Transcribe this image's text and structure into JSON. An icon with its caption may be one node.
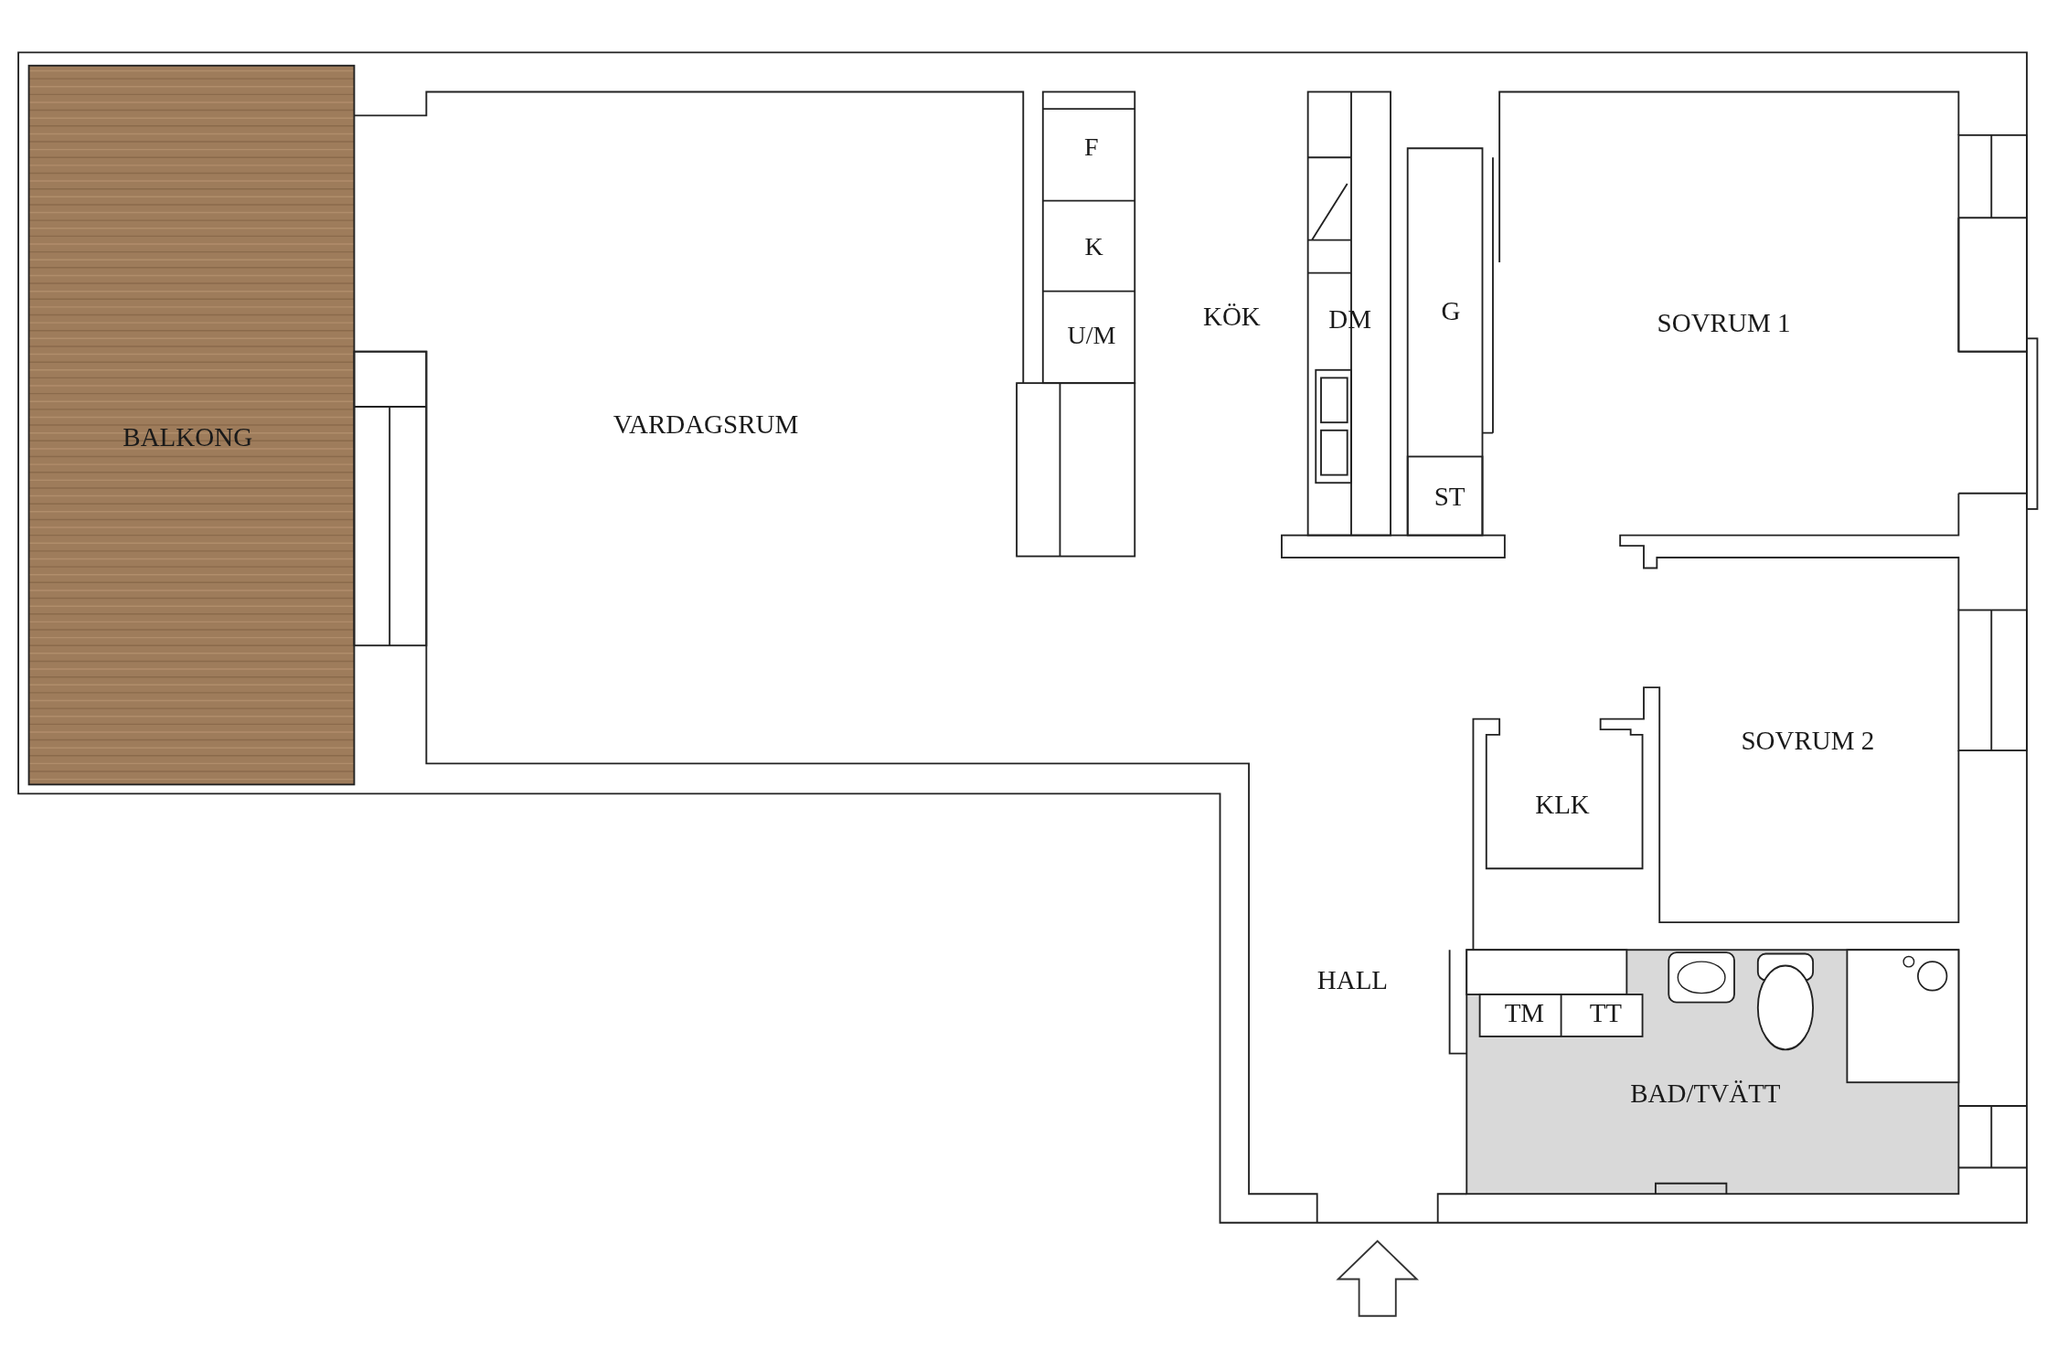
{
  "diagram": {
    "labels": [
      "BALKONG",
      "VARDAGSRUM",
      "F",
      "K",
      "U/M",
      "KÖK",
      "DM",
      "G",
      "ST",
      "SOVRUM 1",
      "SOVRUM 2",
      "KLK",
      "HALL",
      "TM",
      "TT",
      "BAD/TVÄTT"
    ]
  }
}
